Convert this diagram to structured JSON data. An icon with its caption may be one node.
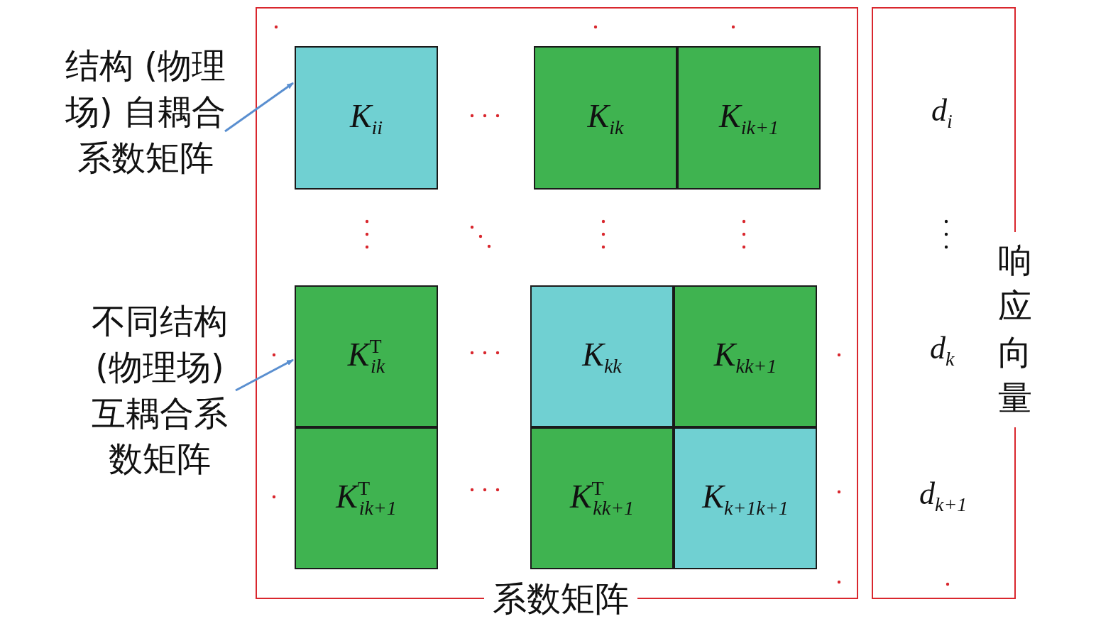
{
  "diagram": {
    "nodes": [
      {
        "text": [
          "系数矩阵"
        ]
      },
      {
        "text": [
          "K$_{ii}$"
        ],
        "in": 0
      },
      {
        "text": [
          "K$_{ik}$"
        ],
        "in": 0
      },
      {
        "text": [
          "K$_{ik+1}$"
        ],
        "in": 0
      },
      {
        "text": [
          "K$^{T}$$_{ik}$"
        ],
        "in": 0
      },
      {
        "text": [
          "K$^{T}$$_{ik+1}$"
        ],
        "in": 0
      },
      {
        "text": [
          "K$_{kk}$"
        ],
        "in": 0
      },
      {
        "text": [
          "K$_{kk+1}$"
        ],
        "in": 0
      },
      {
        "text": [
          "K$^{T}$$_{kk+1}$"
        ],
        "in": 0
      },
      {
        "text": [
          "K$_{k+1k+1}$"
        ],
        "in": 0
      },
      {
        "text": [
          "响应向量"
        ]
      },
      {
        "text": [
          "结构 (物理场) 自耦合系数矩阵"
        ]
      },
      {
        "text": [
          "不同结构 (物理场) 互耦合系数矩阵"
        ]
      }
    ],
    "edges": [
      {
        "from": 11,
        "to": 1,
        "arrow": "to"
      },
      {
        "from": 12,
        "to": 4,
        "arrow": "to"
      }
    ],
    "labels": [
      "d$_{i}$",
      "d$_{k}$",
      "d$_{k+1}$"
    ]
  }
}
